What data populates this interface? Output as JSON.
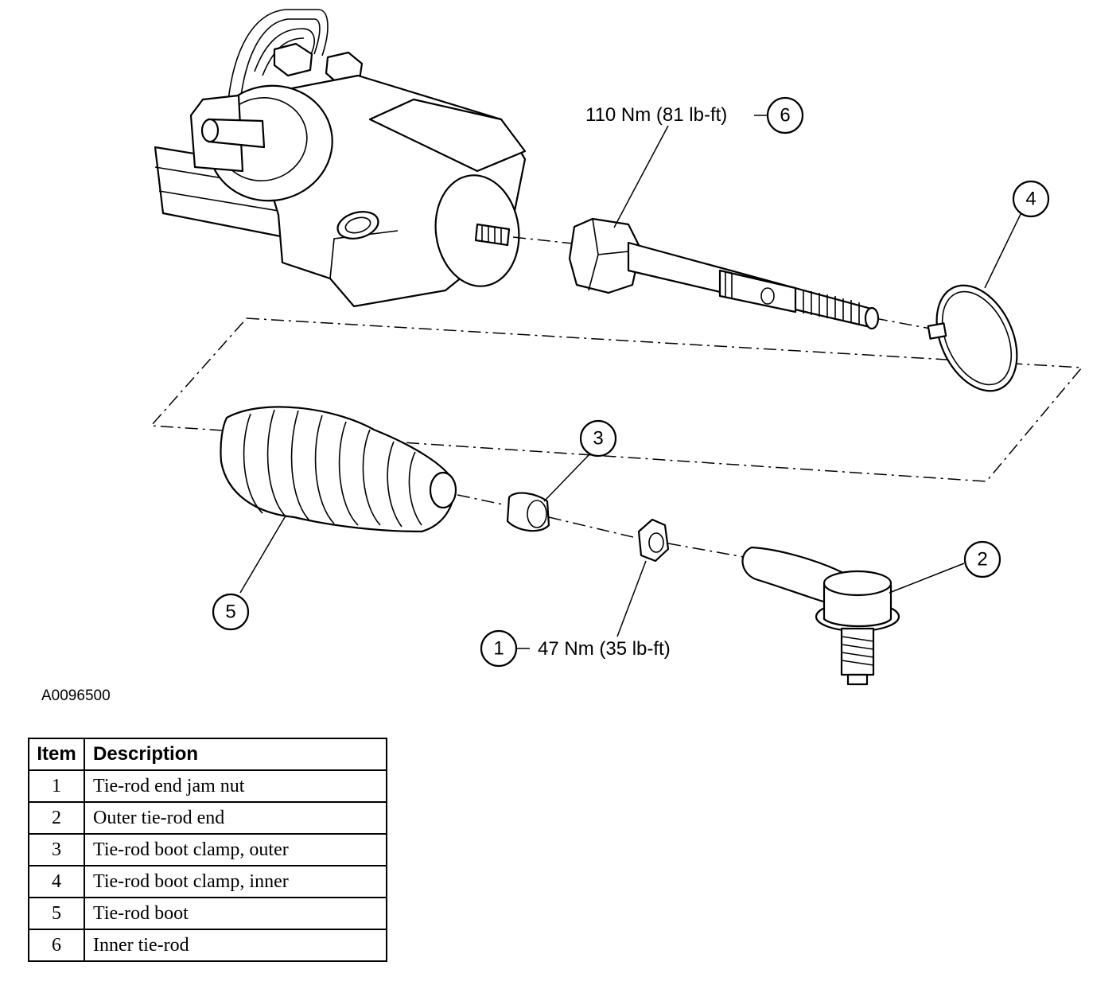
{
  "figure_id": "A0096500",
  "callouts": {
    "c1": {
      "number": "1",
      "torque": "47 Nm (35 lb-ft)"
    },
    "c2": {
      "number": "2"
    },
    "c3": {
      "number": "3"
    },
    "c4": {
      "number": "4"
    },
    "c5": {
      "number": "5"
    },
    "c6": {
      "number": "6",
      "torque": "110 Nm (81 lb-ft)"
    }
  },
  "legend": {
    "headers": {
      "item": "Item",
      "description": "Description"
    },
    "rows": [
      {
        "item": "1",
        "description": "Tie-rod end jam nut"
      },
      {
        "item": "2",
        "description": "Outer tie-rod end"
      },
      {
        "item": "3",
        "description": "Tie-rod boot clamp, outer"
      },
      {
        "item": "4",
        "description": "Tie-rod boot clamp, inner"
      },
      {
        "item": "5",
        "description": "Tie-rod boot"
      },
      {
        "item": "6",
        "description": "Inner tie-rod"
      }
    ]
  }
}
